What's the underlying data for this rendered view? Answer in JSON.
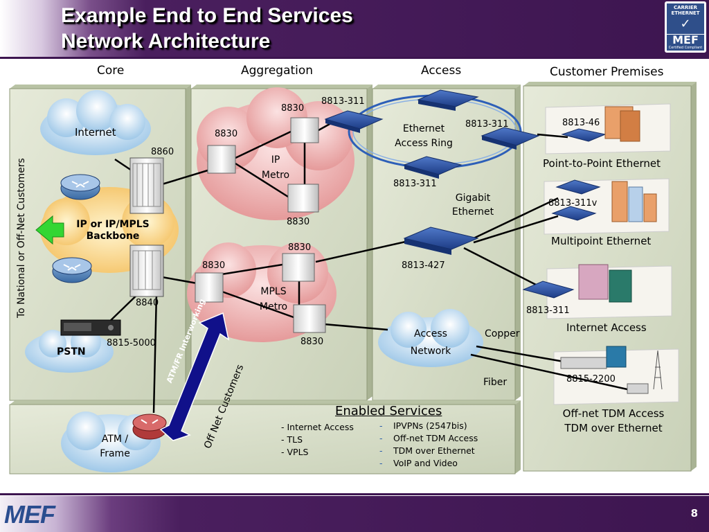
{
  "header": {
    "title_line1": "Example End to End Services",
    "title_line2": "Network Architecture",
    "badge_top": "CARRIER ETHERNET",
    "badge_logo": "MEF",
    "badge_sub": "Certified Compliant"
  },
  "columns": {
    "core": "Core",
    "aggregation": "Aggregation",
    "access": "Access",
    "customer": "Customer Premises"
  },
  "side_label": "To National or Off-Net Customers",
  "clouds": {
    "internet": "Internet",
    "backbone_line1": "IP or IP/MPLS",
    "backbone_line2": "Backbone",
    "pstn": "PSTN",
    "atm_line1": "ATM /",
    "atm_line2": "Frame",
    "ip_metro_line1": "IP",
    "ip_metro_line2": "Metro",
    "mpls_metro_line1": "MPLS",
    "mpls_metro_line2": "Metro",
    "access_network_line1": "Access",
    "access_network_line2": "Network",
    "ring_line1": "Ethernet",
    "ring_line2": "Access Ring"
  },
  "devices": {
    "d8860": "8860",
    "d8840": "8840",
    "d8815_5000": "8815-5000",
    "agg_8830_a": "8830",
    "agg_8830_b": "8830",
    "agg_8830_c": "8830",
    "agg_8830_d": "8830",
    "agg_8830_e": "8830",
    "agg_8830_f": "8830",
    "ring_8813_311_a": "8813-311",
    "ring_8813_311_b": "8813-311",
    "ring_8813_311_c": "8813-311",
    "d8813_427": "8813-427",
    "cust_8813_46": "8813-46",
    "cust_8813_311v": "8813-311v",
    "cust_8813_311": "8813-311",
    "cust_8815_2200": "8815-2200"
  },
  "links": {
    "gigabit_line1": "Gigabit",
    "gigabit_line2": "Ethernet",
    "copper": "Copper",
    "fiber": "Fiber",
    "atm_fr": "ATM/FR Interworking",
    "off_net": "Off Net Customers"
  },
  "customer_captions": {
    "p2p": "Point-to-Point Ethernet",
    "multipoint": "Multipoint Ethernet",
    "internet_access": "Internet Access",
    "tdm_line1": "Off-net TDM Access",
    "tdm_line2": "TDM over Ethernet"
  },
  "services": {
    "title": "Enabled Services",
    "left": [
      "- Internet Access",
      "- TLS",
      "- VPLS"
    ],
    "right": [
      "IPVPNs (2547bis)",
      "Off-net TDM Access",
      "TDM over Ethernet",
      "VoIP and Video"
    ],
    "bullet": "-"
  },
  "footer": {
    "logo": "MEF",
    "page_number": "8"
  },
  "colors": {
    "header_purple": "#3d1550",
    "panel_green": "#d6dcc8",
    "cloud_blue": "#c7e3f4",
    "cloud_red": "#efb8b8",
    "cloud_orange": "#f9d48a",
    "ring_blue": "#2d5fb8",
    "switch_blue": "#2a4fa0",
    "arrow_navy": "#10108a",
    "arrow_green": "#33d633"
  }
}
